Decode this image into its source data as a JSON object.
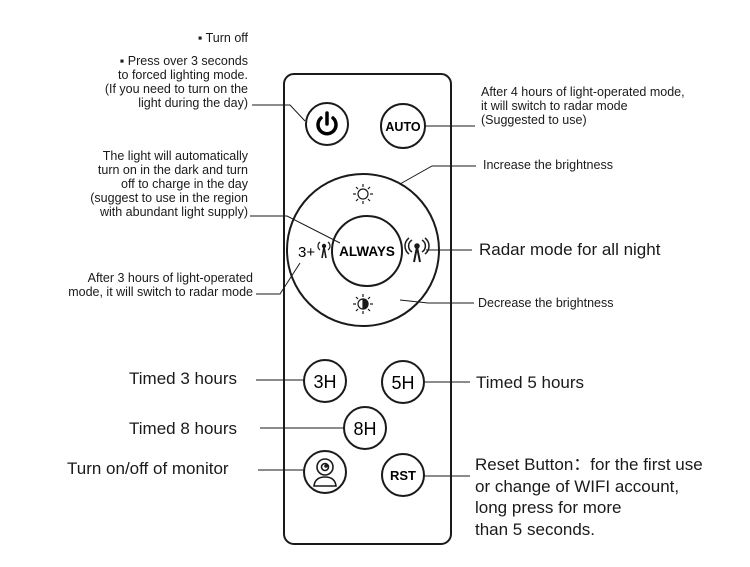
{
  "annotations": {
    "turn_off": "▪ Turn off",
    "press_3s": [
      "▪ Press over 3 seconds",
      "to forced lighting mode.",
      "(If you need to turn on the",
      "light during the day)"
    ],
    "auto_desc": [
      "After 4 hours of light-operated mode,",
      "it will switch to radar mode",
      "(Suggested to use)"
    ],
    "increase": "Increase the brightness",
    "always_desc": [
      "The light will automatically",
      "turn on in the dark and turn",
      "off to charge in the day",
      "(suggest to use in the region",
      "with abundant light supply)"
    ],
    "radar_all_night": "Radar mode for all night",
    "three_plus_desc": [
      "After 3 hours of light-operated",
      "mode, it will switch to radar mode"
    ],
    "decrease": "Decrease the brightness",
    "timed_3": "Timed 3 hours",
    "timed_5": "Timed 5 hours",
    "timed_8": "Timed 8 hours",
    "monitor": "Turn on/off of monitor",
    "reset": [
      "Reset Button：for the first use",
      "or change of WIFI account,",
      "long press for more",
      "than 5 seconds."
    ]
  },
  "buttons": {
    "auto": "AUTO",
    "always": "ALWAYS",
    "three_plus": "3+",
    "h3": "3H",
    "h5": "5H",
    "h8": "8H",
    "rst": "RST"
  },
  "icons": {
    "power": "power-icon",
    "sun_bright": "sun-bright-icon",
    "sun_dim": "sun-dim-icon",
    "radar": "radar-antenna-icon",
    "camera": "webcam-icon"
  }
}
